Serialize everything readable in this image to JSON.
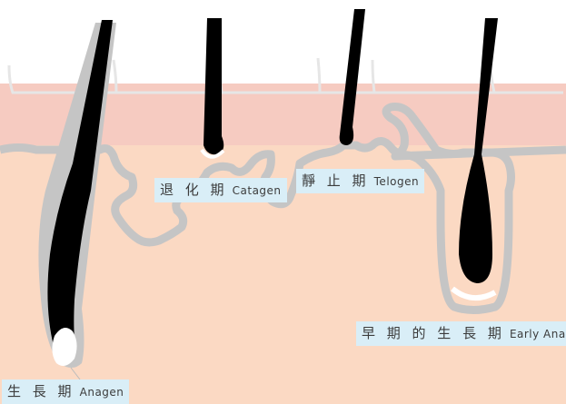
{
  "labels": {
    "anagen": {
      "zh": "生 長 期",
      "en": "Anagen"
    },
    "catagen": {
      "zh": "退 化 期",
      "en": "Catagen"
    },
    "telogen": {
      "zh": "靜 止 期",
      "en": "Telogen"
    },
    "early_anagen": {
      "zh": "早 期 的 生 長 期",
      "en": "Early Anagen"
    }
  },
  "colors": {
    "background": "#ffffff",
    "skin_dermis": "#fbd9c3",
    "skin_band": "#f7cbc0",
    "epidermis_top": "#ffffff",
    "sheath_gray": "#c2c2c2",
    "hair": "#000000",
    "label_bg": "#d9eef7",
    "label_text": "#3c3c3c"
  }
}
